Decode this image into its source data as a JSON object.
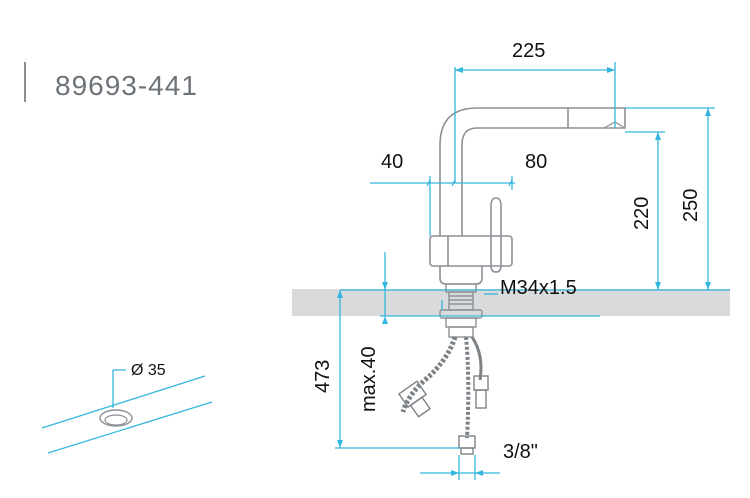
{
  "product": {
    "code": "89693-441"
  },
  "dimensions": {
    "spout_reach": "225",
    "offset_left": "40",
    "offset_right": "80",
    "height_outlet": "220",
    "height_total": "250",
    "thread": "M34x1.5",
    "below_length": "473",
    "max_thickness": "max.40",
    "hose_connection": "3/8\"",
    "hole_diameter": "Ø 35"
  },
  "colors": {
    "dimension_line": "#35b6de",
    "outline": "#8c9196",
    "countertop": "#d9dadb",
    "text": "#111111",
    "title": "#6d7378"
  }
}
